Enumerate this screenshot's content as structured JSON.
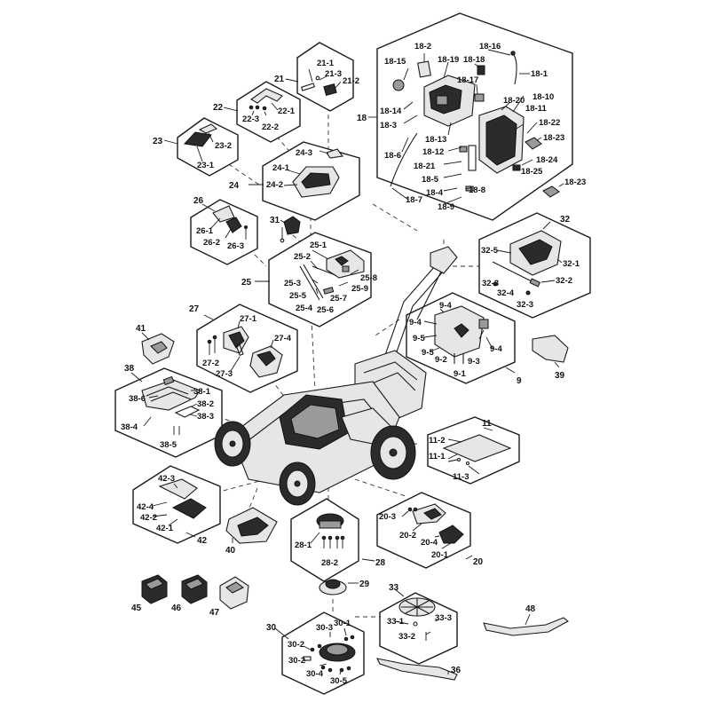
{
  "callouts": {
    "c21": "21",
    "c21_1": "21-1",
    "c21_2": "21-2",
    "c21_3": "21-3",
    "c22": "22",
    "c22_1": "22-1",
    "c22_2": "22-2",
    "c22_3": "22-3",
    "c23": "23",
    "c23_1": "23-1",
    "c23_2": "23-2",
    "c24": "24",
    "c24_1": "24-1",
    "c24_2": "24-2",
    "c24_3": "24-3",
    "c26": "26",
    "c26_1": "26-1",
    "c26_2": "26-2",
    "c26_3": "26-3",
    "c31": "31",
    "c25": "25",
    "c25_1": "25-1",
    "c25_2": "25-2",
    "c25_3": "25-3",
    "c25_4": "25-4",
    "c25_5": "25-5",
    "c25_6": "25-6",
    "c25_7": "25-7",
    "c25_8": "25-8",
    "c25_9": "25-9",
    "c18": "18",
    "c18_1": "18-1",
    "c18_2": "18-2",
    "c18_3": "18-3",
    "c18_4": "18-4",
    "c18_5": "18-5",
    "c18_6": "18-6",
    "c18_7": "18-7",
    "c18_8": "18-8",
    "c18_9": "18-9",
    "c18_10": "18-10",
    "c18_11": "18-11",
    "c18_12": "18-12",
    "c18_13": "18-13",
    "c18_14": "18-14",
    "c18_15": "18-15",
    "c18_16": "18-16",
    "c18_17": "18-17",
    "c18_18": "18-18",
    "c18_19": "18-19",
    "c18_20": "18-20",
    "c18_21": "18-21",
    "c18_22": "18-22",
    "c18_23": "18-23",
    "c18_24": "18-24",
    "c18_25": "18-25",
    "c18_23b": "18-23",
    "c32": "32",
    "c32_1": "32-1",
    "c32_2": "32-2",
    "c32_3": "32-3",
    "c32_4": "32-4",
    "c32_3b": "32-3",
    "c32_5": "32-5",
    "c9": "9",
    "c9_1": "9-1",
    "c9_2": "9-2",
    "c9_3": "9-3",
    "c9_4a": "9-4",
    "c9_4b": "9-4",
    "c9_4c": "9-4",
    "c9_5": "9-5",
    "c39": "39",
    "c27": "27",
    "c27_1": "27-1",
    "c27_2": "27-2",
    "c27_3": "27-3",
    "c27_4": "27-4",
    "c41": "41",
    "c38": "38",
    "c38_1": "38-1",
    "c38_2": "38-2",
    "c38_3": "38-3",
    "c38_4": "38-4",
    "c38_5": "38-5",
    "c38_6": "38-6",
    "c11": "11",
    "c11_1": "11-1",
    "c11_2": "11-2",
    "c11_3": "11-3",
    "c42": "42",
    "c42_1": "42-1",
    "c42_2": "42-2",
    "c42_3": "42-3",
    "c42_4": "42-4",
    "c40": "40",
    "c28": "28",
    "c28_1": "28-1",
    "c28_2": "28-2",
    "c20": "20",
    "c20_1": "20-1",
    "c20_2": "20-2",
    "c20_3": "20-3",
    "c20_4": "20-4",
    "c29": "29",
    "c45": "45",
    "c46": "46",
    "c47": "47",
    "c33": "33",
    "c33_1": "33-1",
    "c33_2": "33-2",
    "c33_3": "33-3",
    "c48": "48",
    "c30": "30",
    "c30_1": "30-1",
    "c30_2": "30-2",
    "c30_3": "30-3",
    "c30_4": "30-4",
    "c30_5": "30-5",
    "c36": "36"
  }
}
